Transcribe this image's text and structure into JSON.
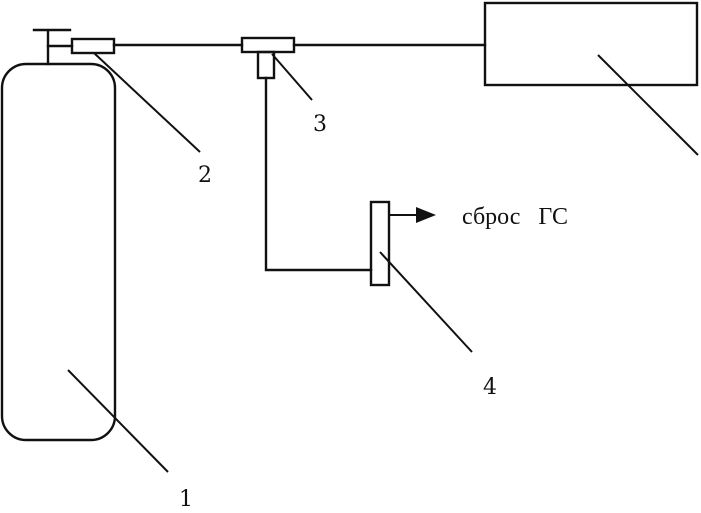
{
  "labels": {
    "cylinder": "1",
    "reducer": "2",
    "tee": "3",
    "flowmeter": "4"
  },
  "outlet_caption": "сброс   ГС",
  "colors": {
    "line": "#111111",
    "background": "#ffffff"
  }
}
